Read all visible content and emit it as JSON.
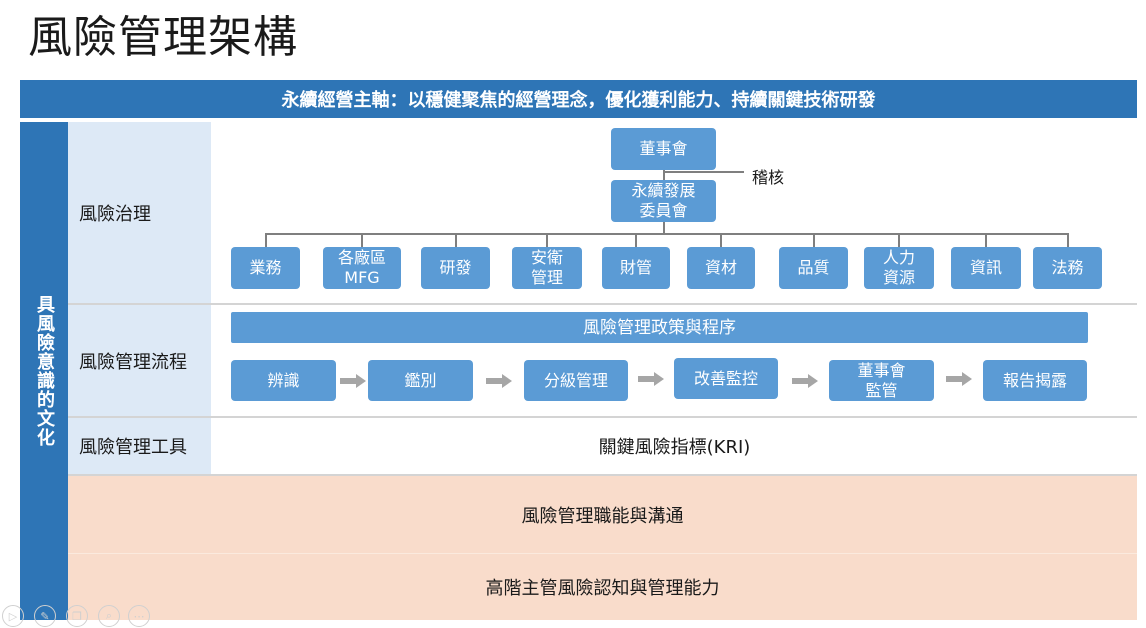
{
  "title": "風險管理架構",
  "banner": "永續經營主軸：以穩健聚焦的經營理念，優化獲利能力、持續關鍵技術研發",
  "culture": "具風險意識的文化",
  "rows": {
    "governance": "風險治理",
    "process": "風險管理流程",
    "tools": "風險管理工具"
  },
  "org": {
    "board": "董事會",
    "committee_line1": "永續發展",
    "committee_line2": "委員會",
    "audit": "稽核",
    "departments": [
      {
        "l1": "業務",
        "l2": ""
      },
      {
        "l1": "各廠區",
        "l2": "MFG"
      },
      {
        "l1": "研發",
        "l2": ""
      },
      {
        "l1": "安衛",
        "l2": "管理"
      },
      {
        "l1": "財管",
        "l2": ""
      },
      {
        "l1": "資材",
        "l2": ""
      },
      {
        "l1": "品質",
        "l2": ""
      },
      {
        "l1": "人力",
        "l2": "資源"
      },
      {
        "l1": "資訊",
        "l2": ""
      },
      {
        "l1": "法務",
        "l2": ""
      }
    ]
  },
  "process": {
    "policy": "風險管理政策與程序",
    "steps": [
      {
        "l1": "辨識",
        "l2": ""
      },
      {
        "l1": "鑑別",
        "l2": ""
      },
      {
        "l1": "分級管理",
        "l2": ""
      },
      {
        "l1": "改善監控",
        "l2": ""
      },
      {
        "l1": "董事會",
        "l2": "監管"
      },
      {
        "l1": "報告揭露",
        "l2": ""
      }
    ]
  },
  "tools": {
    "kri": "關鍵風險指標(KRI)"
  },
  "bottom": {
    "functions": "風險管理職能與溝通",
    "awareness": "高階主管風險認知與管理能力"
  },
  "colors": {
    "primary": "#2e75b6",
    "box": "#5b9bd5",
    "label_bg": "#dde9f6",
    "peach": "#f9dccb",
    "arrow": "#a6a6a6"
  },
  "controls": [
    "play-icon",
    "pen-icon",
    "copy-icon",
    "zoom-icon",
    "more-icon"
  ]
}
